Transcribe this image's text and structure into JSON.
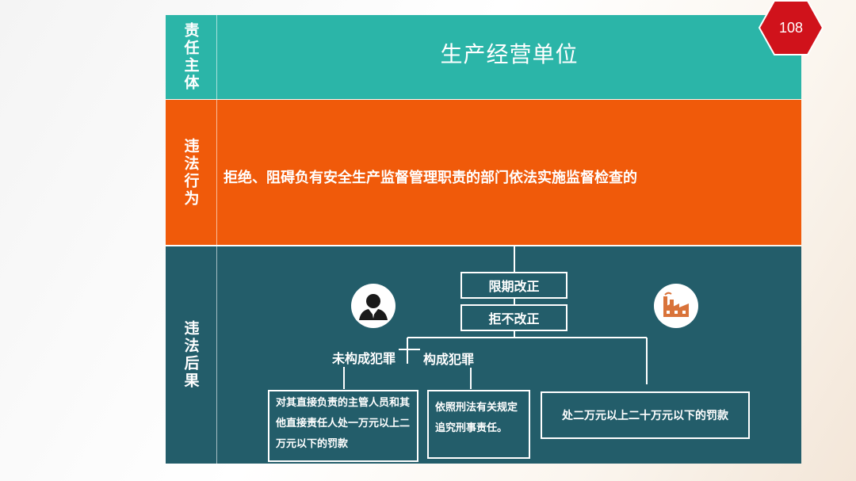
{
  "page_number": "108",
  "rows": {
    "subject": {
      "label": "责任主体",
      "content": "生产经营单位"
    },
    "violation": {
      "label": "违法行为",
      "content": "拒绝、阻碍负有安全生产监督管理职责的部门依法实施监督检查的"
    },
    "consequence": {
      "label": "违法后果",
      "step1": "限期改正",
      "step2": "拒不改正",
      "branch_no_crime": "未构成犯罪",
      "branch_crime": "构成犯罪",
      "penalty_person": "对其直接负责的主管人员和其他直接责任人处一万元以上二万元以下的罚款",
      "criminal": "依照刑法有关规定追究刑事责任。",
      "penalty_unit": "处二万元以上二十万元以下的罚款"
    }
  },
  "icons": {
    "person": "person-icon",
    "factory": "factory-icon"
  },
  "colors": {
    "teal": "#2bb5a8",
    "orange": "#f05a0a",
    "dark_teal": "#235d6a",
    "badge_red": "#d0121b"
  }
}
